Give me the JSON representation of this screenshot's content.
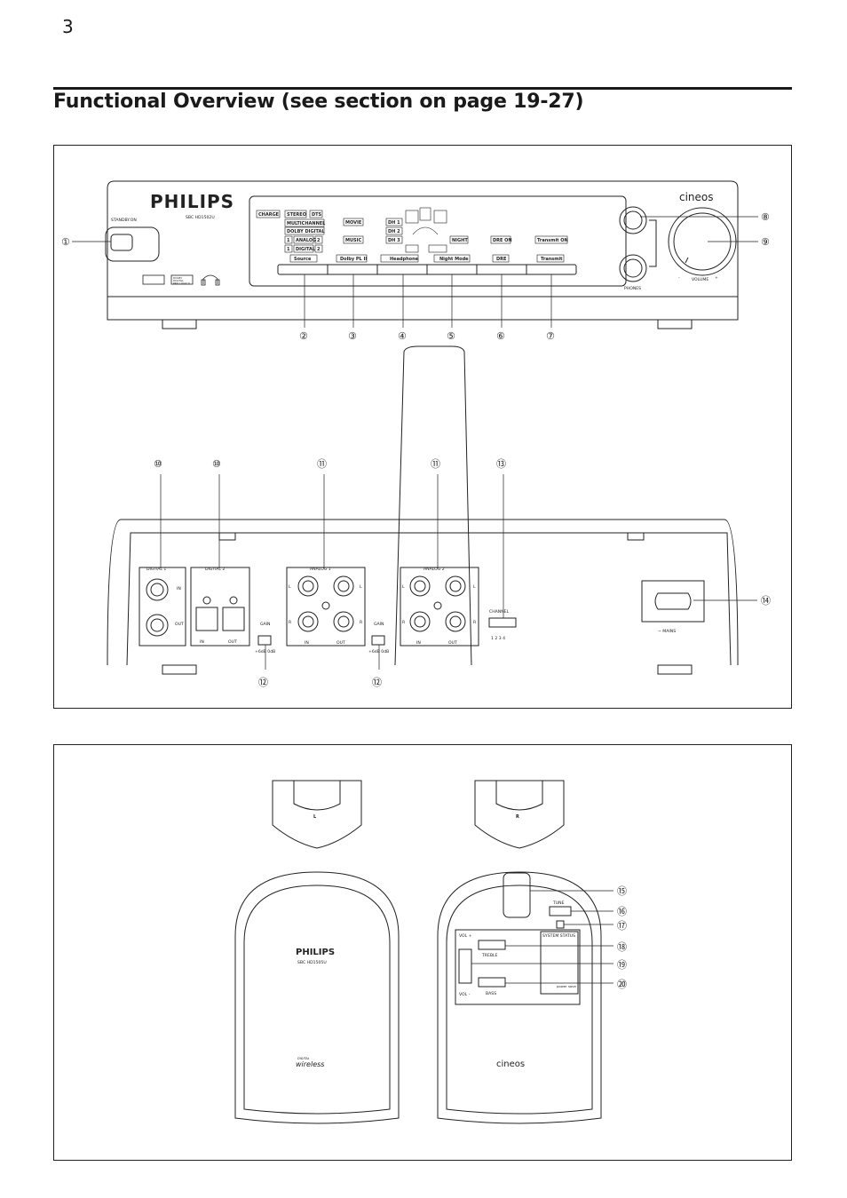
{
  "page": {
    "number": "3",
    "title": "Functional Overview (see section on page 19-27)"
  },
  "base_unit": {
    "brand": "PHILIPS",
    "model": "SBC HD1502U",
    "standby_label": "STANDBY.ON",
    "cineos": "cineos",
    "phones_label": "PHONES",
    "volume_label": "VOLUME",
    "vol_minus": "-",
    "vol_plus": "+",
    "display_labels": [
      "CHARGE",
      "STEREO",
      "DTS",
      "MULTICHANNEL",
      "DOLBY DIGITAL",
      "1",
      "ANALOG",
      "2",
      "1",
      "DIGITAL",
      "2",
      "MOVIE",
      "MUSIC",
      "DH 1",
      "DH 2",
      "DH 3",
      "NIGHT",
      "DRE ON",
      "Transmit ON"
    ],
    "button_labels": [
      "Source",
      "Dolby PL II",
      "Headphone",
      "Night Mode",
      "DRE",
      "Transmit"
    ],
    "logo_text": [
      "DOLBY",
      "DIGITAL",
      "PRO LOGIC II"
    ],
    "callouts_front": [
      "①",
      "②",
      "③",
      "④",
      "⑤",
      "⑥",
      "⑦",
      "⑧",
      "⑨"
    ]
  },
  "rear_panel": {
    "digital1": "DIGITAL 1",
    "digital2": "DIGITAL 2",
    "analog1": "ANALOG 1",
    "analog2": "ANALOG 2",
    "in": "IN",
    "out": "OUT",
    "l": "L",
    "r": "R",
    "gain": "GAIN",
    "gain_values": "+6dB  0dB",
    "channel": "CHANNEL",
    "channel_values": "1  2  3  4",
    "mains": "~ MAINS",
    "callouts": [
      "⑩",
      "⑩",
      "⑪",
      "⑪",
      "⑬",
      "⑫",
      "⑫",
      "⑭"
    ]
  },
  "speakers": {
    "left_mark": "L",
    "right_mark": "R",
    "brand": "PHILIPS",
    "model": "SBC HD1505U",
    "wireless_small": "DIGITAL",
    "wireless": "wireless",
    "cineos": "cineos",
    "tune": "TUNE",
    "system_status": "SYSTEM STATUS",
    "vol_plus": "VOL +",
    "vol_minus": "VOL -",
    "treble": "TREBLE",
    "bass": "BASS",
    "power_save": "power save",
    "callouts": [
      "⑮",
      "⑯",
      "⑰",
      "⑱",
      "⑲",
      "⑳"
    ]
  }
}
